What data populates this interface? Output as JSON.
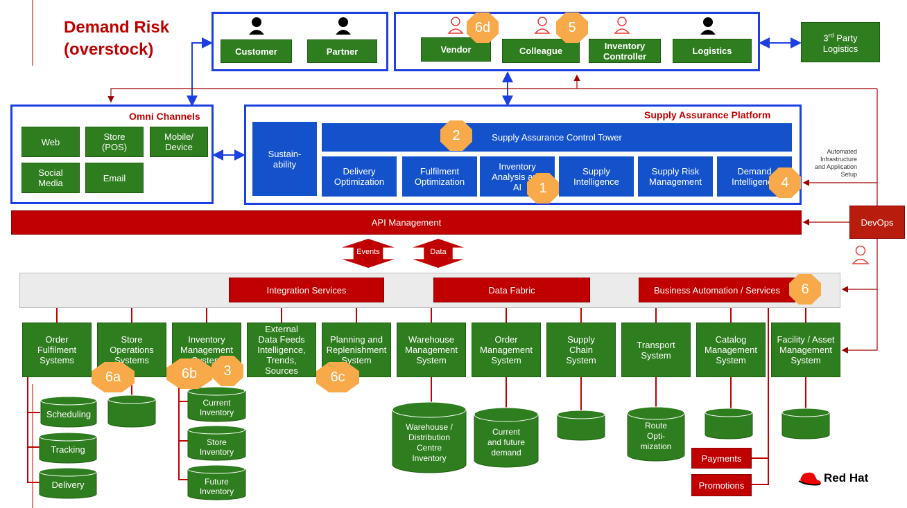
{
  "title": "Demand Risk\n(overstock)",
  "top": {
    "customer": "Customer",
    "partner": "Partner",
    "vendor": "Vendor",
    "colleague": "Colleague",
    "inventory_controller": "Inventory\nController",
    "logistics": "Logistics",
    "third_party_pre": "3",
    "third_party_sup": "rd",
    "third_party_post": " Party\nLogistics"
  },
  "omni": {
    "title": "Omni Channels",
    "items": [
      "Web",
      "Store\n(POS)",
      "Mobile/\nDevice",
      "Social\nMedia",
      "Email"
    ]
  },
  "sap": {
    "title": "Supply Assurance Platform",
    "sustainability": "Sustain-\nability",
    "control_tower": "Supply Assurance Control Tower",
    "modules": [
      "Delivery\nOptimization",
      "Fulfilment\nOptimization",
      "Inventory\nAnalysis and\nAI",
      "Supply\nIntelligence",
      "Supply Risk\nManagement",
      "Demand\nIntelligence"
    ]
  },
  "automated_note": "Automated\nInfrastructure\nand Application\nSetup",
  "api_management": "API Management",
  "devops": "DevOps",
  "events": "Events",
  "data": "Data",
  "services": {
    "integration": "Integration Services",
    "data_fabric": "Data Fabric",
    "business_automation": "Business Automation / Services"
  },
  "systems": [
    "Order\nFulfilment\nSystems",
    "Store\nOperations\nSystems",
    "Inventory\nManagement\nSystem",
    "External\nData Feeds\nIntelligence,\nTrends,\nSources",
    "Planning and\nReplenishment\nSystem",
    "Warehouse\nManagement\nSystem",
    "Order\nManagement\nSystem",
    "Supply\nChain\nSystem",
    "Transport\nSystem",
    "Catalog\nManagement\nSystem",
    "Facility / Asset\nManagement\nSystem"
  ],
  "datastores": {
    "scheduling": "Scheduling",
    "tracking": "Tracking",
    "delivery": "Delivery",
    "current_inventory": "Current\nInventory",
    "store_inventory": "Store\nInventory",
    "future_inventory": "Future\nInventory",
    "warehouse": "Warehouse /\nDistribution\nCentre\nInventory",
    "demand": "Current\nand future\ndemand",
    "route": "Route\nOpti-\nmization"
  },
  "payments": "Payments",
  "promotions": "Promotions",
  "badges": [
    "6d",
    "5",
    "2",
    "1",
    "4",
    "6",
    "6a",
    "6b",
    "3",
    "6c"
  ],
  "logo_text": "Red Hat",
  "colors": {
    "green": "#2e7d1e",
    "blue": "#1452cc",
    "red": "#c00000",
    "badge": "#f8a94a"
  }
}
